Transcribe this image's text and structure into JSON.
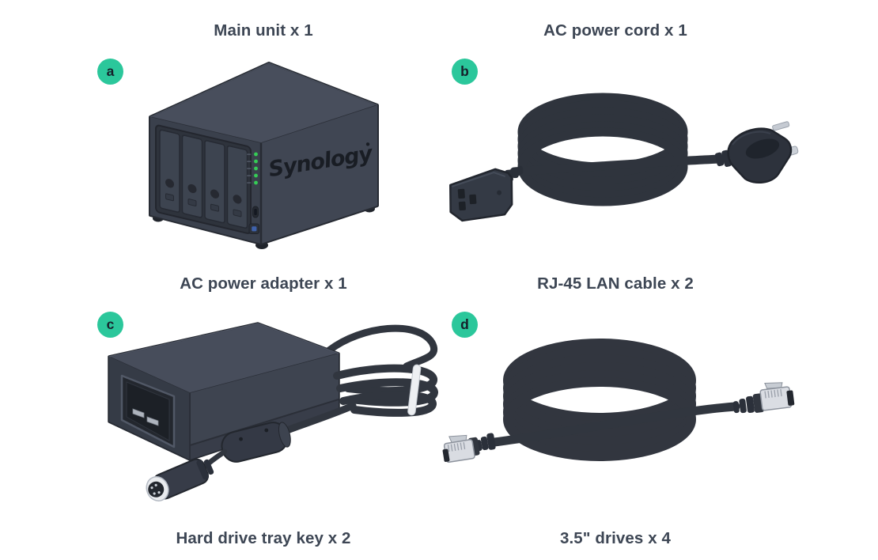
{
  "page": {
    "background": "#ffffff",
    "title_color": "#3d4654",
    "badge_bg_color": "#2bc79b",
    "badge_text_color": "#16202b"
  },
  "items": [
    {
      "badge": "a",
      "title": "Main unit x 1",
      "illustration": "synology-4-bay-nas"
    },
    {
      "badge": "b",
      "title": "AC power cord x 1",
      "illustration": "coiled-ac-power-cord"
    },
    {
      "badge": "c",
      "title": "AC power adapter x 1",
      "illustration": "ac-power-adapter-with-cable"
    },
    {
      "badge": "d",
      "title": "RJ-45 LAN cable x 2",
      "illustration": "coiled-rj45-lan-cable"
    }
  ],
  "extra_captions": [
    {
      "label": "Hard drive tray key x 2"
    },
    {
      "label": "3.5\" drives x 4"
    }
  ],
  "nas": {
    "logo_text": "Synology",
    "drive_bay_count": 4,
    "led_count": 5
  },
  "illustration_colors": {
    "body": "#3e4450",
    "body_top": "#484e5c",
    "body_dark": "#2e333c",
    "outline": "#272b33",
    "cable": "#30353e",
    "metal": "#ccd1d8",
    "led_green": "#35cc55",
    "cable_tie_white": "#edeff2",
    "power_button_blue": "#3f62ab"
  }
}
